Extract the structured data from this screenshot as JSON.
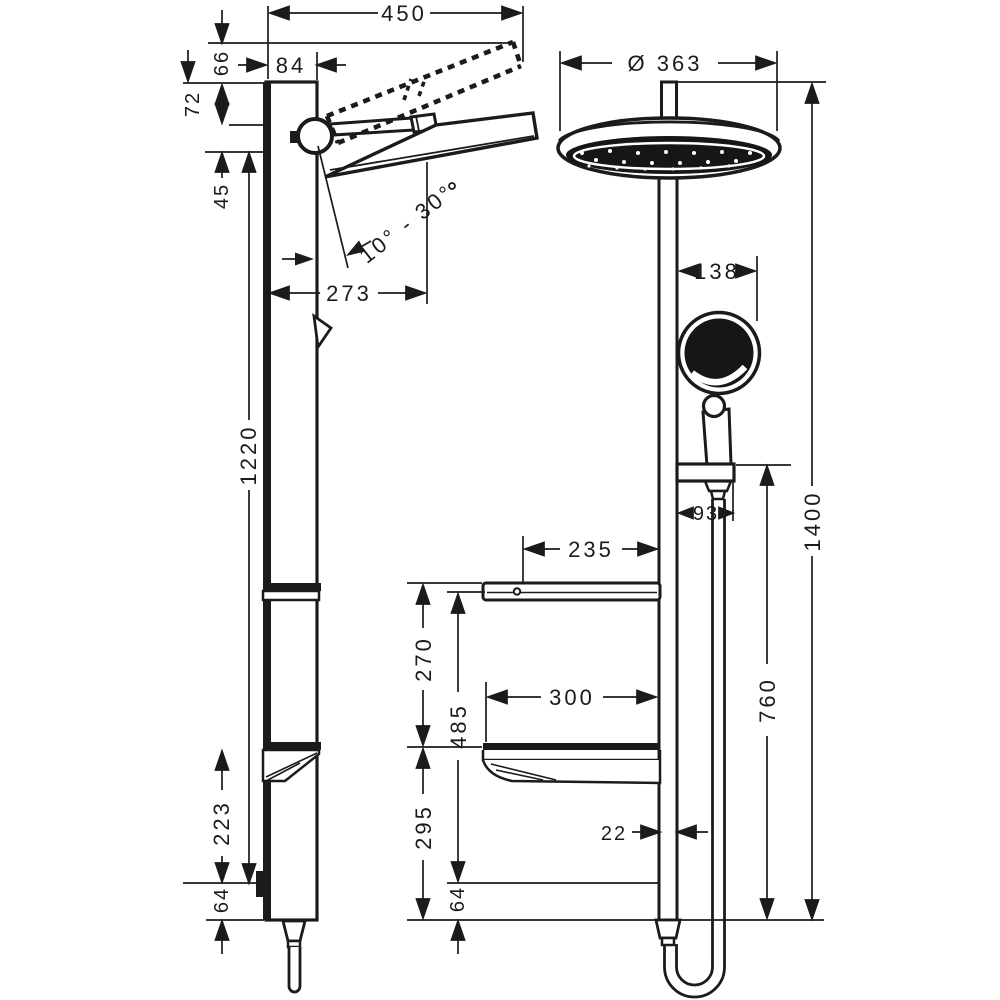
{
  "drawing": {
    "angle_label": "10° - 30°",
    "dims": {
      "d450": "450",
      "d84": "84",
      "d66": "66",
      "d72": "72",
      "d45": "45",
      "d1220": "1220",
      "d223": "223",
      "d64_left": "64",
      "d273": "273",
      "dia363": "Ø 363",
      "d138": "138",
      "d93": "93",
      "d1400": "1400",
      "d235": "235",
      "d270": "270",
      "d485": "485",
      "d300": "300",
      "d295": "295",
      "d760": "760",
      "d22": "22",
      "d64_right": "64"
    },
    "ink": "#1b1b1b",
    "background": "#ffffff"
  }
}
